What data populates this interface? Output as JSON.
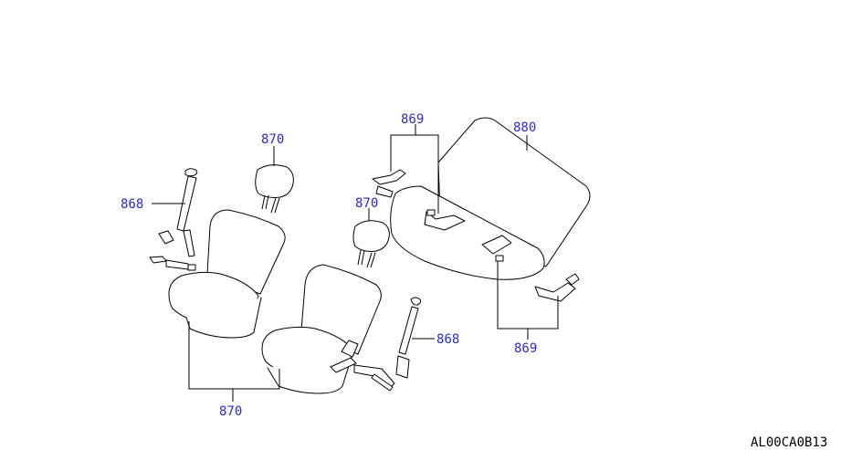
{
  "callouts": {
    "belt_left": "868",
    "headrest_left": "870",
    "headrest_right": "870",
    "belt_right": "868",
    "front_seats": "870",
    "rear_buckles_top": "869",
    "rear_seat": "880",
    "rear_buckles_bottom": "869"
  },
  "diagram_code": "AL00CA0B13"
}
